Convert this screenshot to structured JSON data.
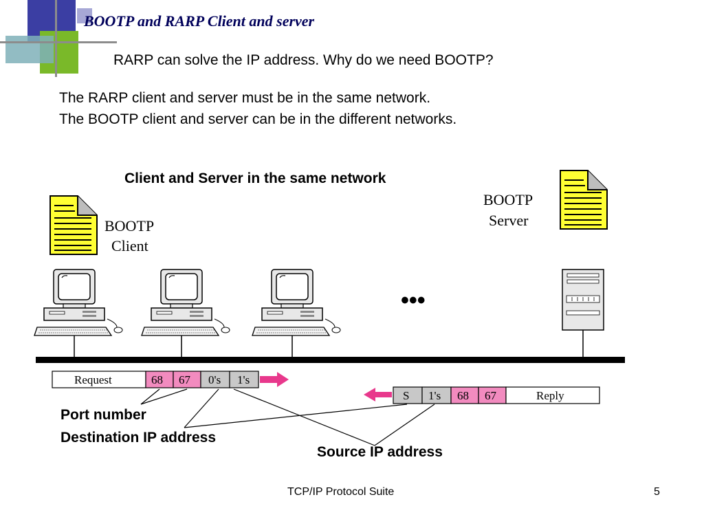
{
  "slide": {
    "title": "BOOTP and RARP Client and server",
    "subtitle": "RARP can solve the IP address. Why do we need BOOTP?",
    "body": [
      "The RARP client and server must be in the same network.",
      "The BOOTP client and server can be in the different networks."
    ]
  },
  "diagram": {
    "heading": "Client and Server in the same network",
    "client_label": [
      "BOOTP",
      "Client"
    ],
    "server_label": [
      "BOOTP",
      "Server"
    ],
    "ellipsis": "•••",
    "request_packet": {
      "fields": [
        {
          "text": "Request",
          "color": "#ffffff"
        },
        {
          "text": "68",
          "color": "#f28bbf"
        },
        {
          "text": "67",
          "color": "#f28bbf"
        },
        {
          "text": "0's",
          "color": "#c8c8c8"
        },
        {
          "text": "1's",
          "color": "#c8c8c8"
        }
      ]
    },
    "reply_packet": {
      "fields": [
        {
          "text": "S",
          "color": "#c8c8c8"
        },
        {
          "text": "1's",
          "color": "#c8c8c8"
        },
        {
          "text": "68",
          "color": "#f28bbf"
        },
        {
          "text": "67",
          "color": "#f28bbf"
        },
        {
          "text": "Reply",
          "color": "#ffffff"
        }
      ]
    },
    "annotations": {
      "port_number": "Port number",
      "destination_ip": "Destination IP address",
      "source_ip": "Source IP address"
    }
  },
  "footer": {
    "text": "TCP/IP Protocol Suite",
    "page_number": "5"
  },
  "colors": {
    "title": "#00005a",
    "doc_yellow": "#ffff33",
    "arrow_pink": "#e8388c",
    "field_pink": "#f28bbf",
    "field_gray": "#c8c8c8"
  }
}
